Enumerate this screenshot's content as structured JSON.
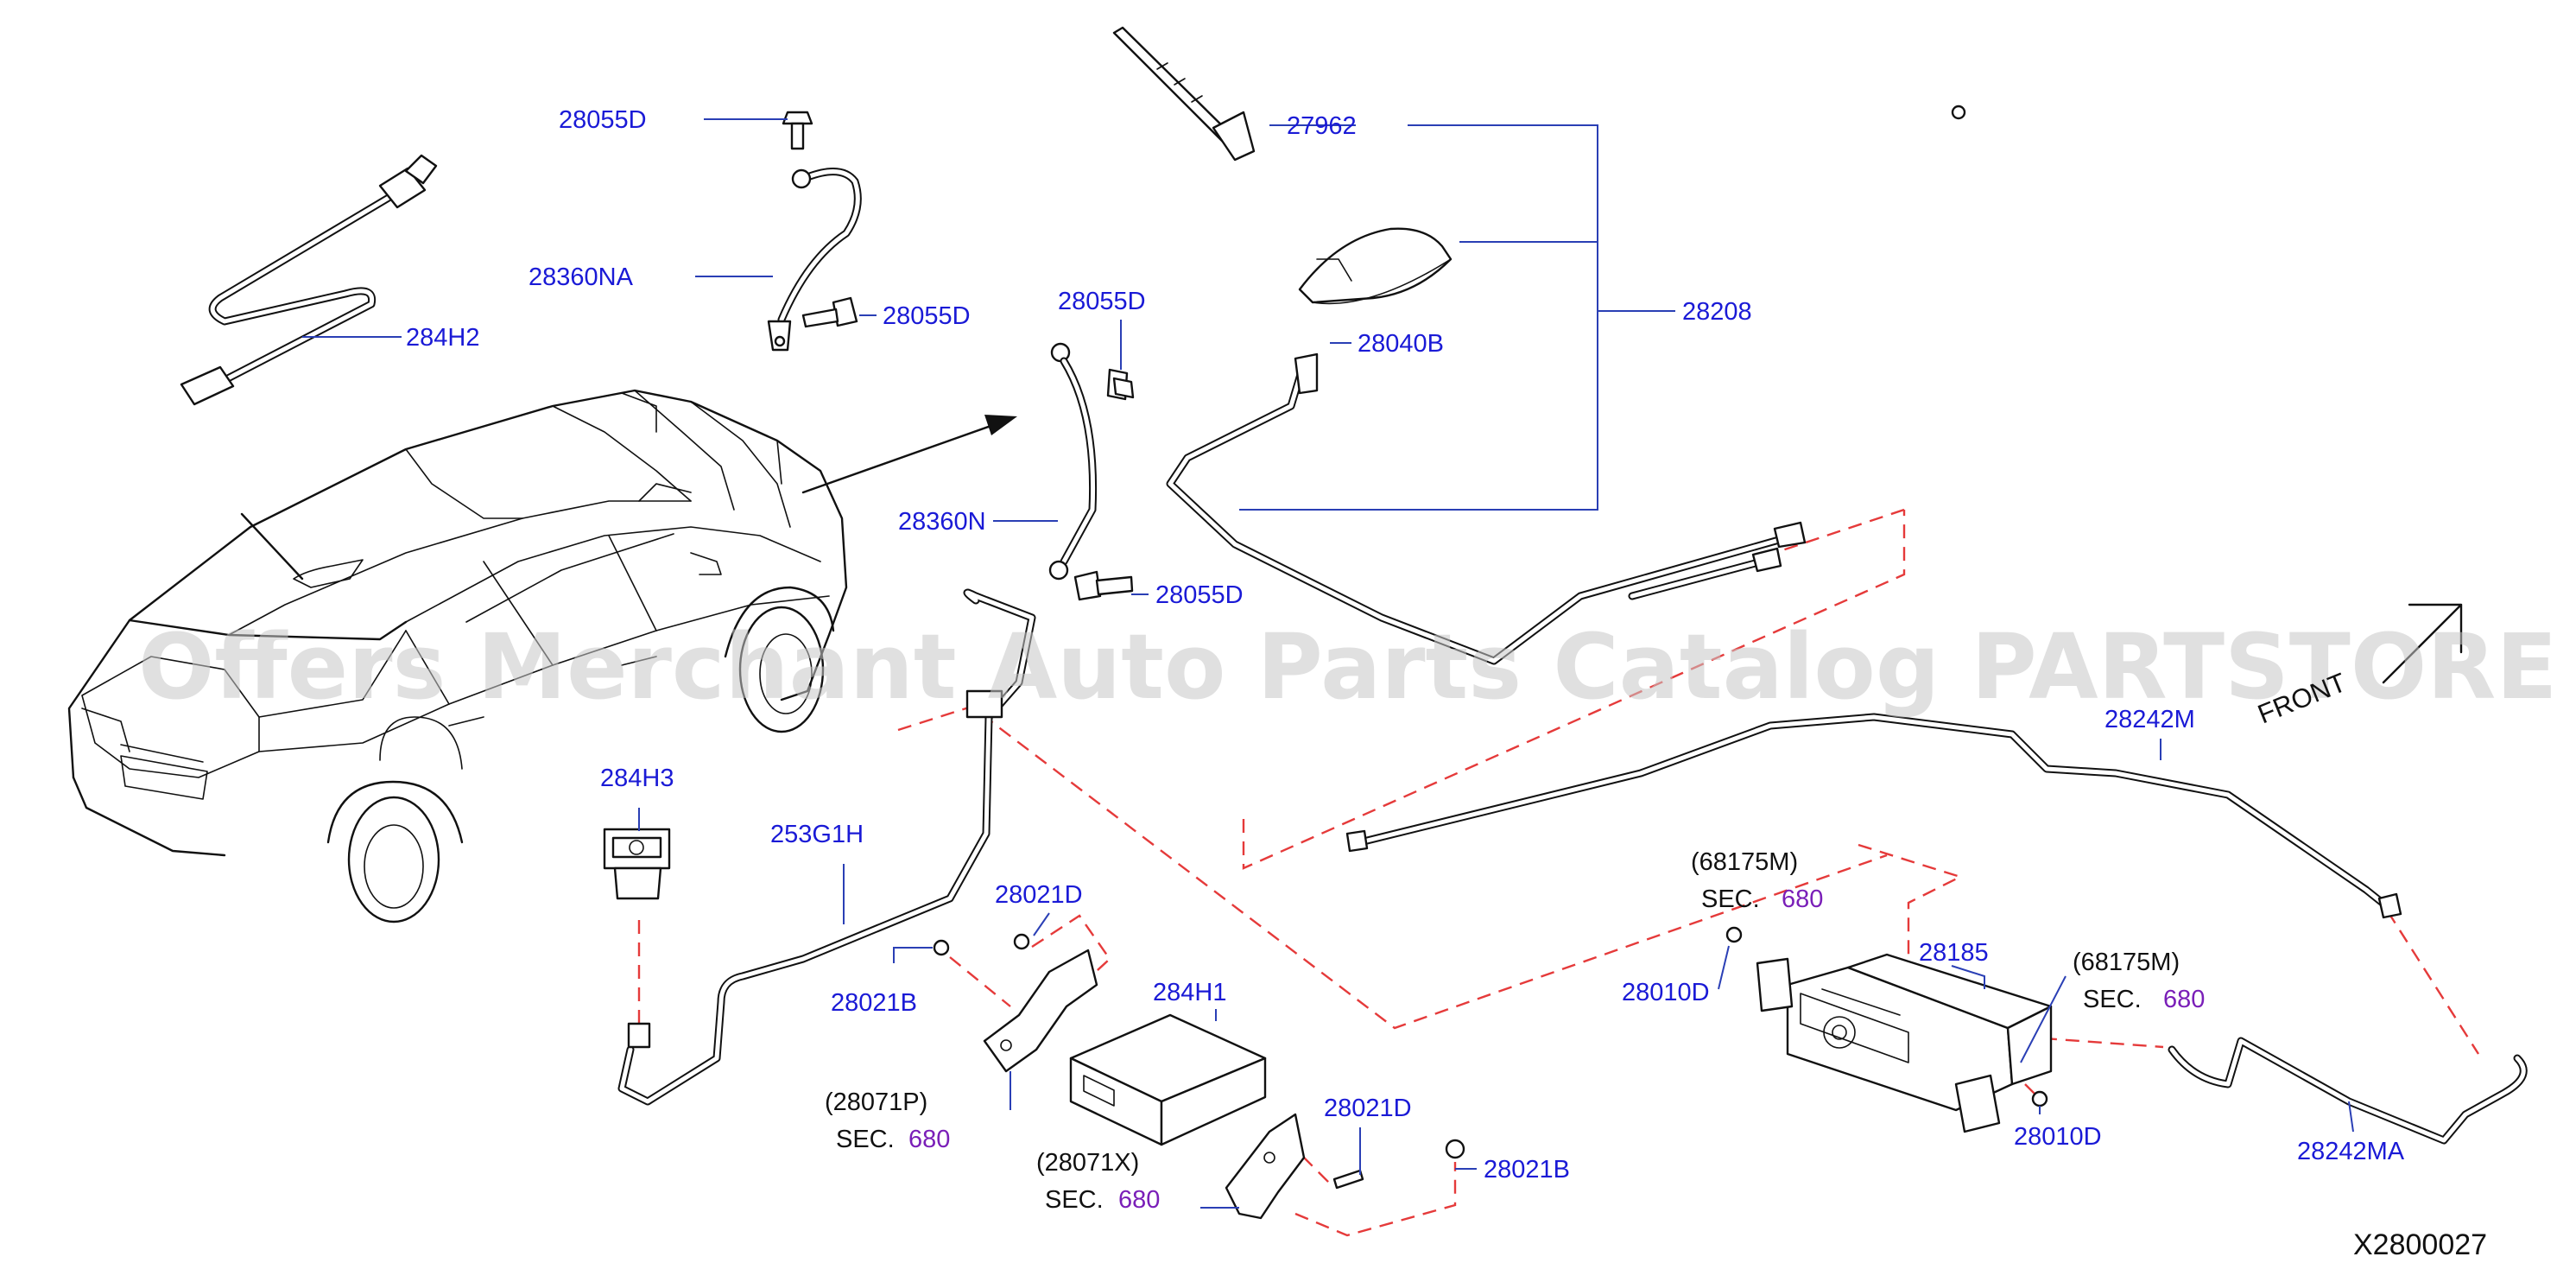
{
  "watermark": "Offers Merchant Auto Parts Catalog PARTSTORE SA",
  "drawing_code": "X2800027",
  "front_label": "FRONT",
  "parts": {
    "p28055D_a": "28055D",
    "p28360NA": "28360NA",
    "p28055D_b": "28055D",
    "p284H2": "284H2",
    "p27962": "27962",
    "p28208": "28208",
    "p28040B": "28040B",
    "p28055D_c": "28055D",
    "p28360N": "28360N",
    "p28055D_d": "28055D",
    "p284H3": "284H3",
    "p253G1H": "253G1H",
    "p28021D_a": "28021D",
    "p28021B_a": "28021B",
    "p284H1": "284H1",
    "p28021D_b": "28021D",
    "p28021B_b": "28021B",
    "p28242M": "28242M",
    "p28185": "28185",
    "p28010D_a": "28010D",
    "p28010D_b": "28010D",
    "p28242MA": "28242MA"
  },
  "refs": {
    "r28071P": "(28071P)",
    "r28071X": "(28071X)",
    "r68175M_a": "(68175M)",
    "r68175M_b": "(68175M)"
  },
  "sections": {
    "sec_label": "SEC.",
    "s1": "680",
    "s2": "680",
    "s3": "680",
    "s4": "680"
  }
}
